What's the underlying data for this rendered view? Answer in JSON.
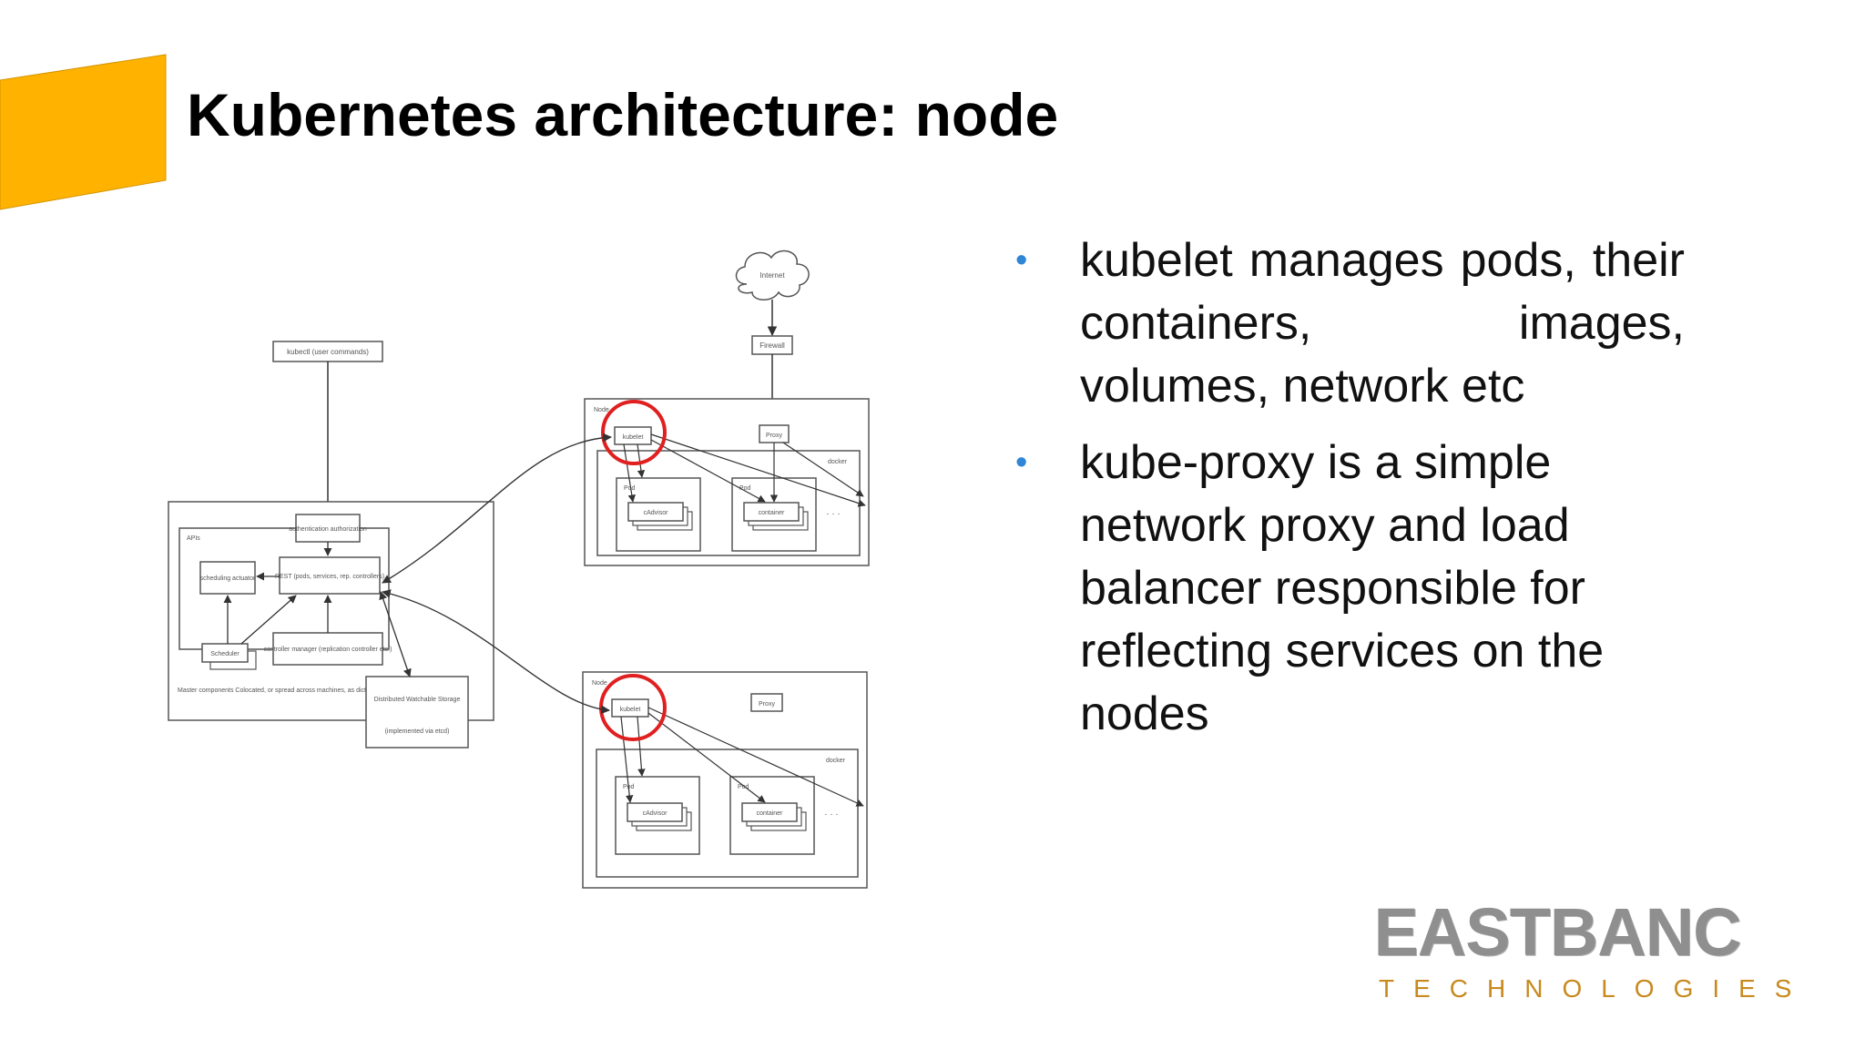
{
  "slide": {
    "title": "Kubernetes architecture: node",
    "accent_color": "#FFB300"
  },
  "bullets": [
    {
      "text": "kubelet manages pods, their containers, images, volumes, network etc"
    },
    {
      "text": "kube-proxy is a simple network proxy and load balancer responsible for reflecting services on the nodes"
    }
  ],
  "diagram": {
    "internet": "Internet",
    "firewall": "Firewall",
    "kubectl": "kubectl (user commands)",
    "apis_label": "APIs",
    "authn": "authentication authorization",
    "rest": "REST (pods, services, rep. controllers)",
    "scheduling": "scheduling actuator",
    "scheduler": "Scheduler",
    "controller_manager": "controller manager (replication controller etc.)",
    "master_caption": "Master components Colocated, or spread across machines, as dictated by cluster size.",
    "distributed_storage": "Distributed Watchable Storage",
    "storage_impl": "(implemented via etcd)",
    "node_label": "Node",
    "kubelet": "kubelet",
    "proxy": "Proxy",
    "docker": "docker",
    "pod": "Pod",
    "cadvisor": "cAdvisor",
    "container": "container",
    "ellipsis": "· · ·",
    "highlight_color": "#e02020"
  },
  "logo": {
    "name": "EASTBANC",
    "subtitle": "TECHNOLOGIES",
    "name_color": "#8f8f8f",
    "subtitle_color": "#c8891e"
  }
}
